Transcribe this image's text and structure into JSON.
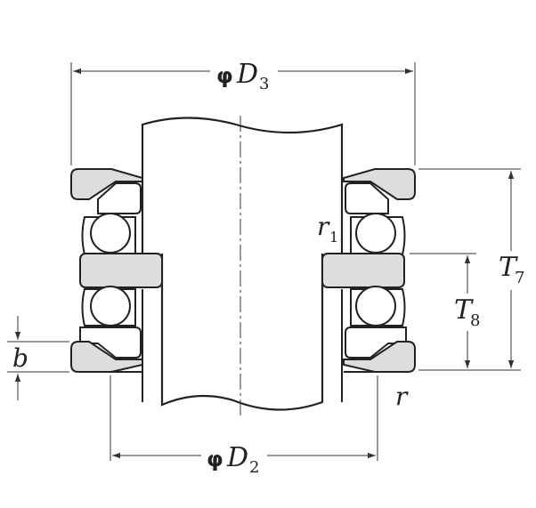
{
  "labels": {
    "phi_d3": "φ",
    "d3_main": "D",
    "d3_sub": "3",
    "phi_d2": "φ",
    "d2_main": "D",
    "d2_sub": "2",
    "t7_main": "T",
    "t7_sub": "7",
    "t8_main": "T",
    "t8_sub": "8",
    "r1_main": "r",
    "r1_sub": "1",
    "r": "r",
    "b": "b"
  },
  "colors": {
    "line": "#222222",
    "fill_gray": "#dddddd",
    "fill_white": "#ffffff",
    "dim_line": "#333333"
  }
}
